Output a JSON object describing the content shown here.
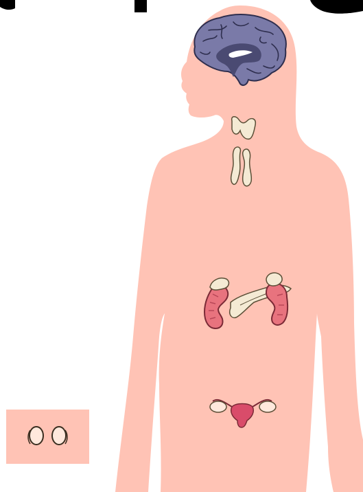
{
  "figure": {
    "body_color": "#ffc3b5",
    "organ_colors": {
      "brain": "#7a7aa8",
      "brain_dark": "#4a4a72",
      "gland_cream": "#f4ead4",
      "kidney": "#e8737e",
      "kidney_dark": "#b84757",
      "uterus": "#d94c6a",
      "ovary": "#ffe8dc"
    },
    "organs": [
      "brain",
      "thyroid-gland",
      "parathyroid-glands",
      "adrenal-glands",
      "kidneys",
      "pancreas",
      "uterus",
      "ovaries"
    ],
    "inset": {
      "color": "#ffc3b5",
      "contents": "testes"
    }
  }
}
